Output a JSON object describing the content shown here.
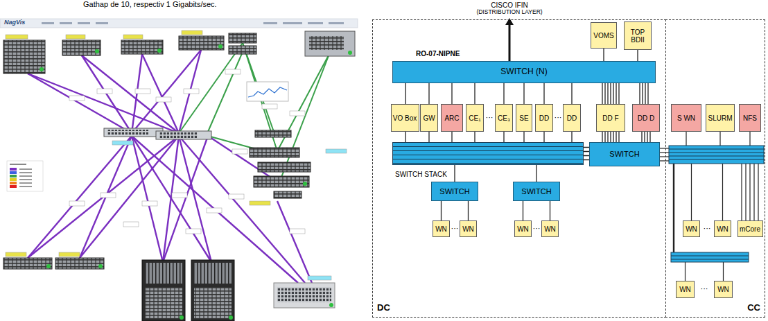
{
  "diagram": {
    "nodes": [
      {
        "text": [
          "DC"
        ]
      },
      {
        "text": [
          "CC"
        ]
      },
      {
        "text": [
          "VOMS"
        ],
        "in": 0
      },
      {
        "text": [
          "TOP BDII"
        ],
        "in": 0
      },
      {
        "text": [
          "SWITCH (N)"
        ],
        "in": 0
      },
      {
        "text": [
          "VO Box"
        ],
        "in": 0
      },
      {
        "text": [
          "GW"
        ],
        "in": 0
      },
      {
        "text": [
          "ARC"
        ],
        "in": 0
      },
      {
        "text": [
          "CE₁"
        ],
        "in": 0
      },
      {
        "text": [
          "CE₃"
        ],
        "in": 0
      },
      {
        "text": [
          "SE"
        ],
        "in": 0
      },
      {
        "text": [
          "DD"
        ],
        "in": 0
      },
      {
        "text": [
          "DD"
        ],
        "in": 0
      },
      {
        "text": [
          "DD F"
        ],
        "in": 0
      },
      {
        "text": [
          "DD D"
        ],
        "in": 0
      },
      {
        "text": [
          "S WN"
        ],
        "in": 1
      },
      {
        "text": [
          "SLURM"
        ],
        "in": 1
      },
      {
        "text": [
          "NFS"
        ],
        "in": 1
      },
      {
        "text": [
          "SWITCH STACK"
        ],
        "in": 0
      },
      {
        "text": [
          "SWITCH"
        ],
        "in": 0
      },
      {
        "text": [
          "SWITCH"
        ],
        "in": 0
      },
      {
        "text": [
          "SWITCH"
        ],
        "in": 0
      },
      {
        "text": [
          "WN"
        ],
        "in": 0
      },
      {
        "text": [
          "WN"
        ],
        "in": 0
      },
      {
        "text": [
          "WN"
        ],
        "in": 0
      },
      {
        "text": [
          "WN"
        ],
        "in": 0
      },
      {
        "text": [
          "WN"
        ],
        "in": 1
      },
      {
        "text": [
          "WN"
        ],
        "in": 1
      },
      {
        "text": [
          "mCore"
        ],
        "in": 1
      },
      {
        "text": [
          "WN"
        ],
        "in": 1
      },
      {
        "text": [
          "WN"
        ],
        "in": 1
      }
    ],
    "edges": [
      {
        "from": 2,
        "to": 4,
        "arrow": "none"
      },
      {
        "from": 3,
        "to": 4,
        "arrow": "none"
      },
      {
        "from": 4,
        "to": 5,
        "arrow": "none"
      },
      {
        "from": 4,
        "to": 6,
        "arrow": "none"
      },
      {
        "from": 4,
        "to": 7,
        "arrow": "none"
      },
      {
        "from": 4,
        "to": 8,
        "arrow": "none"
      },
      {
        "from": 4,
        "to": 9,
        "arrow": "none"
      },
      {
        "from": 4,
        "to": 10,
        "arrow": "none"
      },
      {
        "from": 4,
        "to": 11,
        "arrow": "none"
      },
      {
        "from": 4,
        "to": 12,
        "arrow": "none"
      },
      {
        "from": 4,
        "to": 13,
        "arrow": "none"
      },
      {
        "from": 4,
        "to": 14,
        "arrow": "none"
      },
      {
        "from": 5,
        "to": 18,
        "arrow": "none"
      },
      {
        "from": 6,
        "to": 18,
        "arrow": "none"
      },
      {
        "from": 7,
        "to": 18,
        "arrow": "none"
      },
      {
        "from": 8,
        "to": 18,
        "arrow": "none"
      },
      {
        "from": 9,
        "to": 18,
        "arrow": "none"
      },
      {
        "from": 10,
        "to": 18,
        "arrow": "none"
      },
      {
        "from": 11,
        "to": 18,
        "arrow": "none"
      },
      {
        "from": 12,
        "to": 18,
        "arrow": "none"
      },
      {
        "from": 13,
        "to": 19,
        "arrow": "none"
      },
      {
        "from": 14,
        "to": 19,
        "arrow": "none"
      },
      {
        "from": 18,
        "to": 19,
        "arrow": "none"
      },
      {
        "from": 18,
        "to": 20,
        "arrow": "none"
      },
      {
        "from": 18,
        "to": 21,
        "arrow": "none"
      },
      {
        "from": 20,
        "to": 22,
        "arrow": "none"
      },
      {
        "from": 20,
        "to": 23,
        "arrow": "none"
      },
      {
        "from": 21,
        "to": 24,
        "arrow": "none"
      },
      {
        "from": 21,
        "to": 25,
        "arrow": "none"
      }
    ],
    "labels": [
      "Gathap de 10, respectiv 1 Gigabits/sec.",
      "NagVis",
      "CISCO IFIN",
      "(DISTRIBUTION LAYER)",
      "RO-07-NIPNE",
      "···",
      "···",
      "···",
      "···",
      "···",
      "···"
    ]
  }
}
